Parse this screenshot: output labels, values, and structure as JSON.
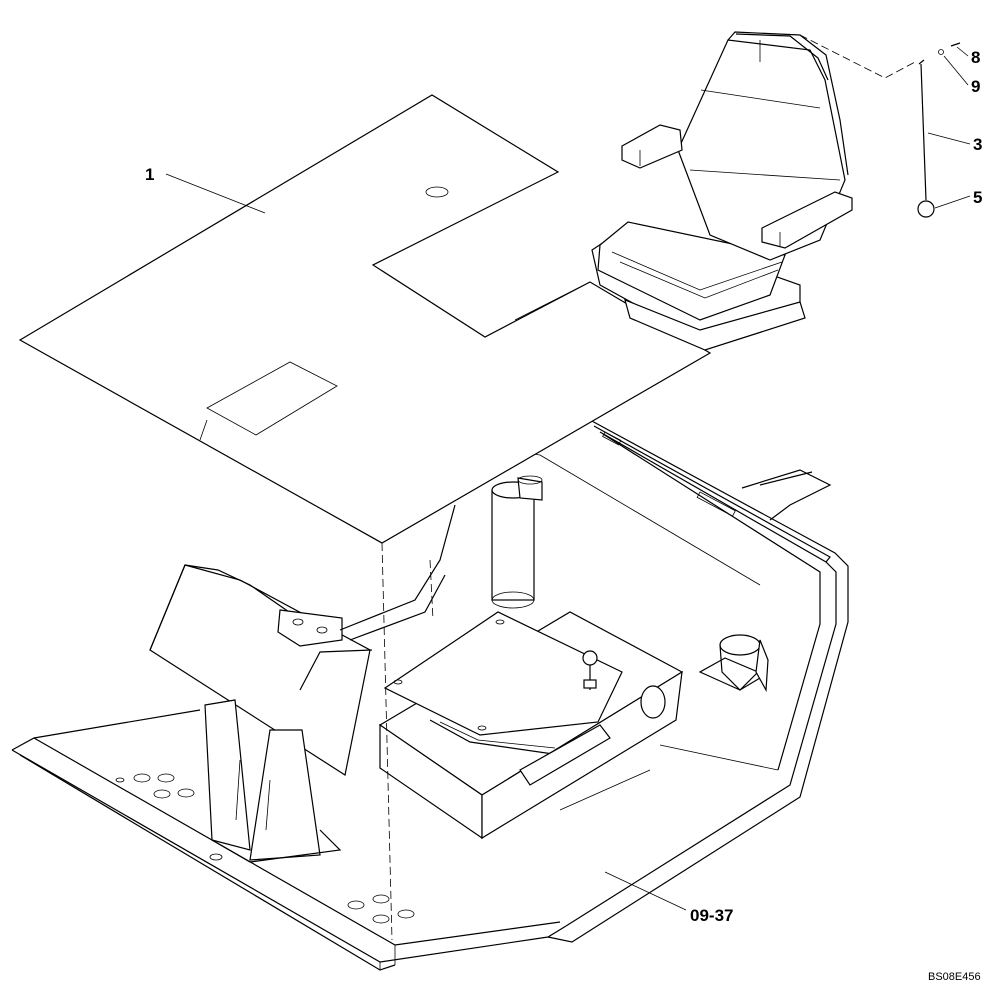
{
  "diagram": {
    "reference_code": "BS08E456",
    "callouts": [
      {
        "id": "floor-mat",
        "label": "1"
      },
      {
        "id": "seat-strap",
        "label": "3"
      },
      {
        "id": "ball-knob",
        "label": "5"
      },
      {
        "id": "screw",
        "label": "8"
      },
      {
        "id": "washer",
        "label": "9"
      },
      {
        "id": "cab-floor-ref",
        "label": "09-37"
      }
    ]
  }
}
